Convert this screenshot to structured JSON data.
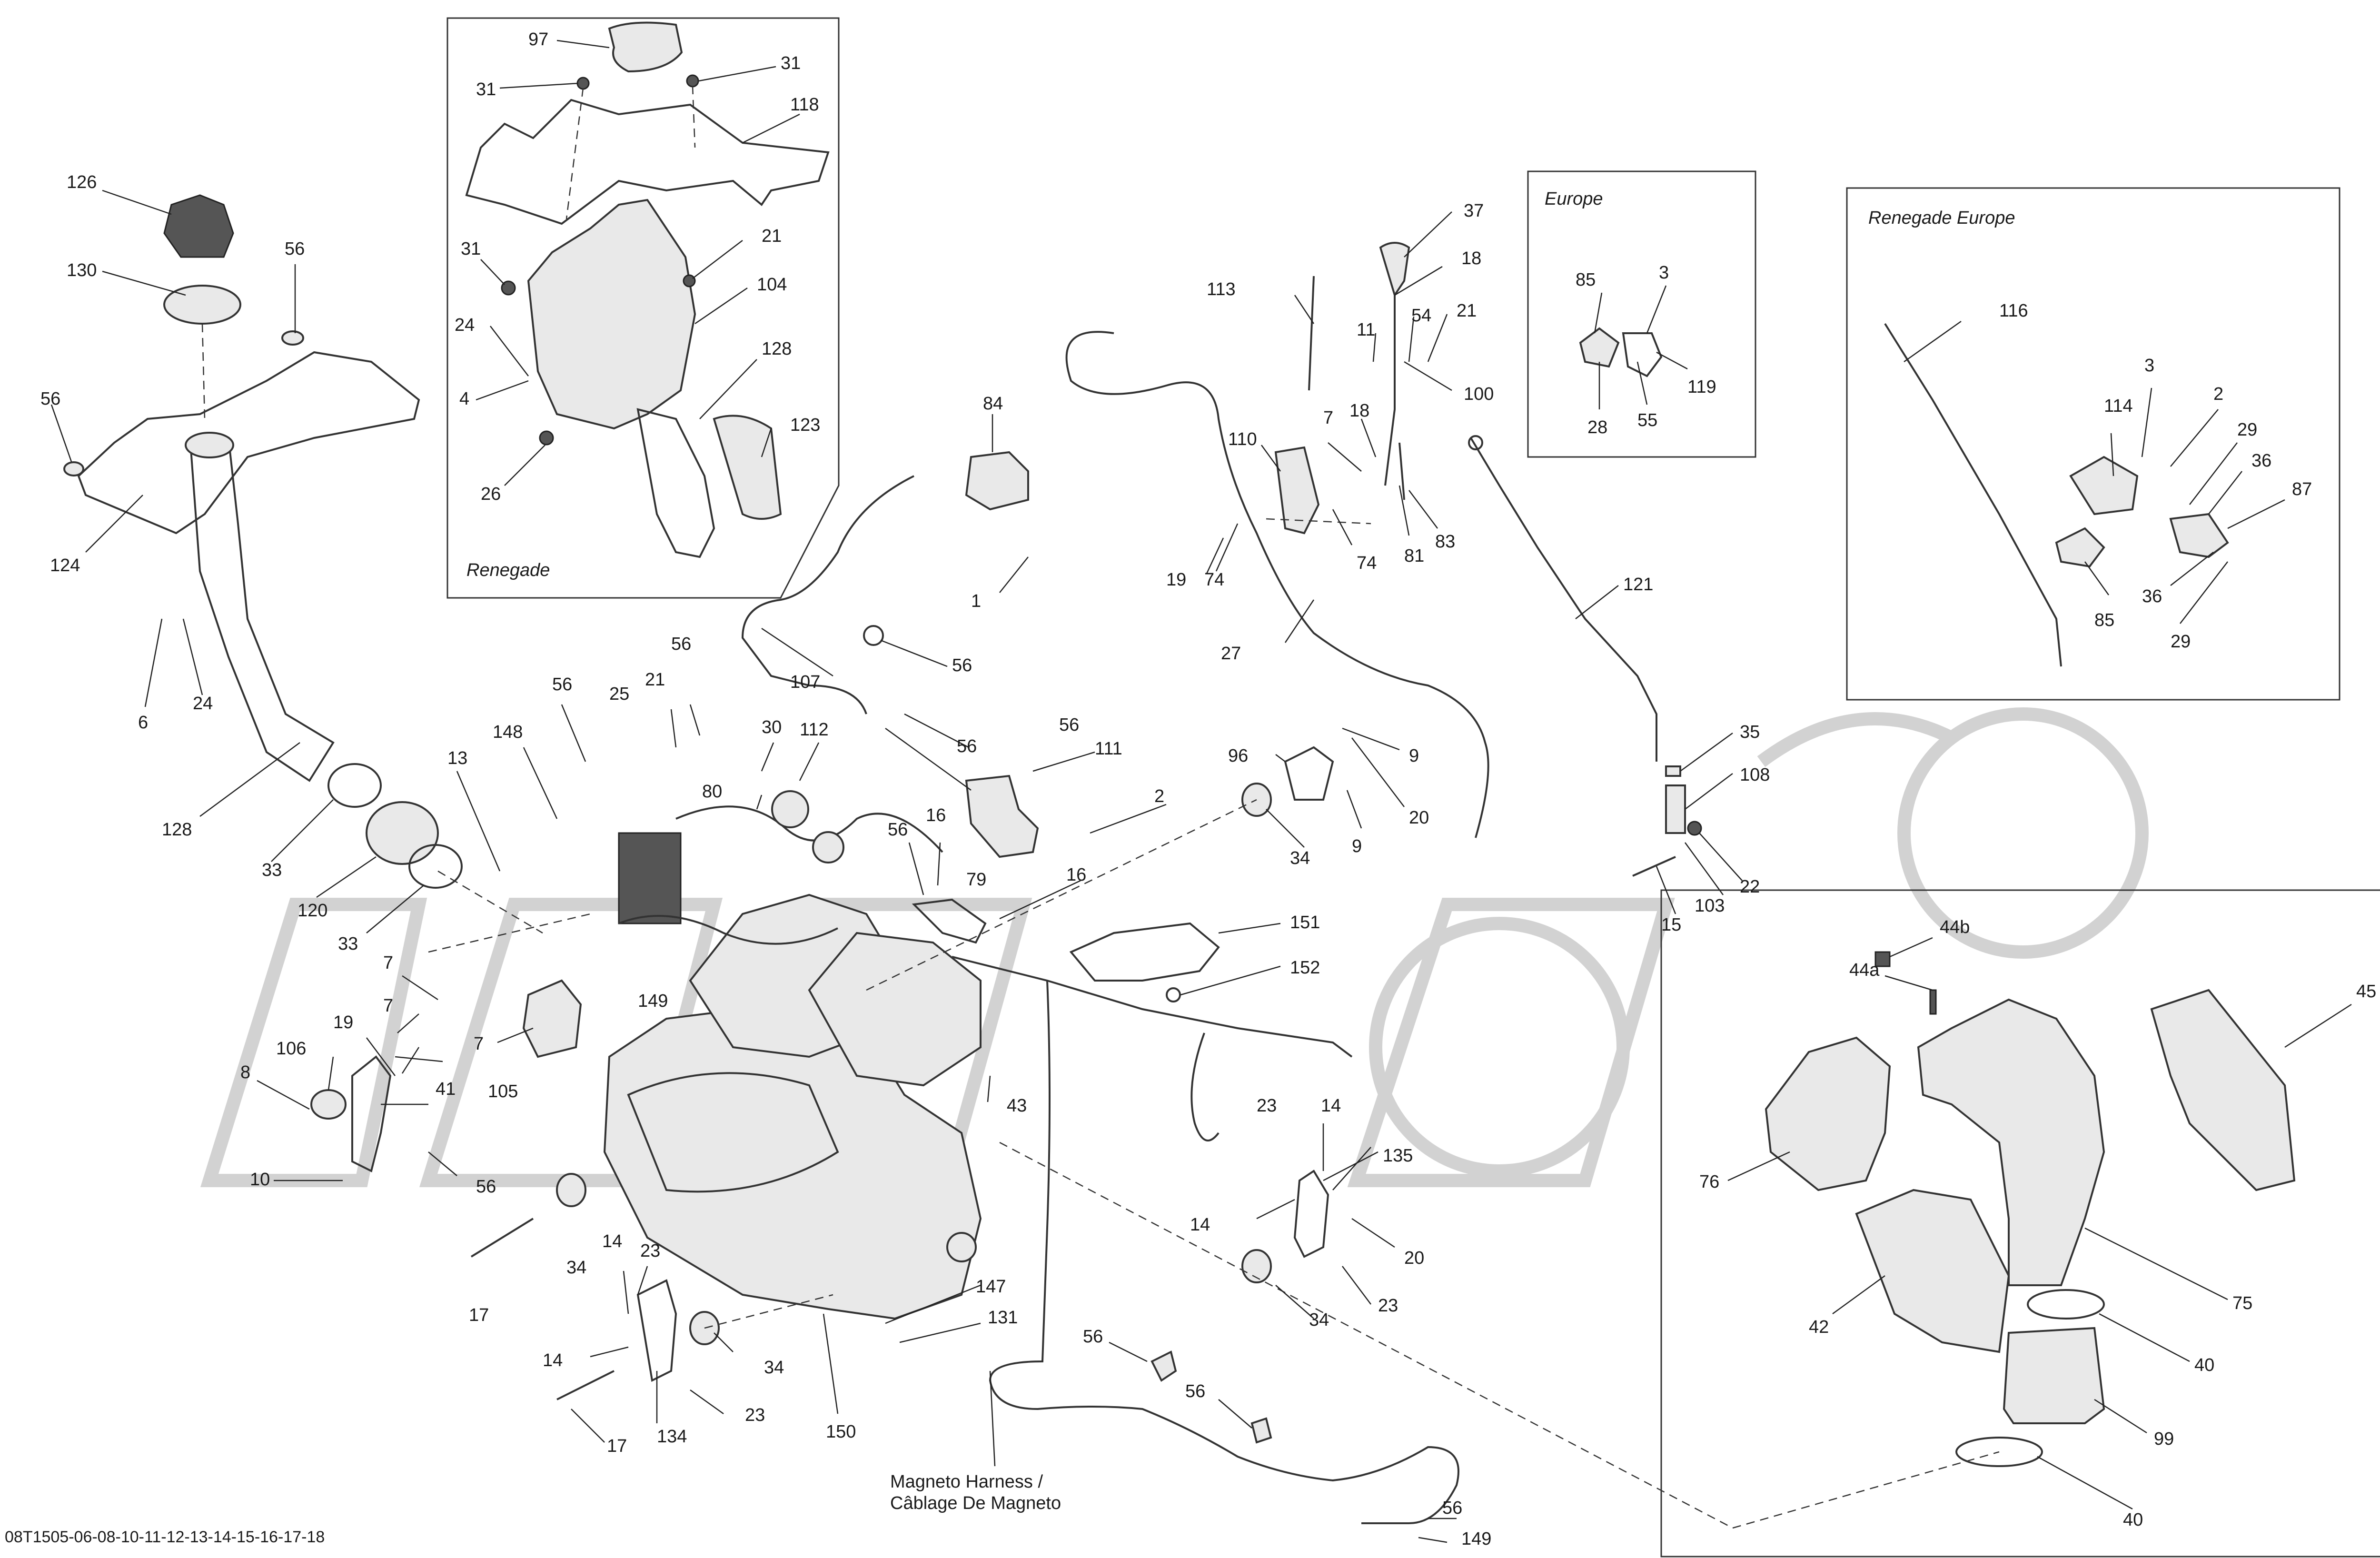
{
  "insets": {
    "renegade": "Renegade",
    "europe": "Europe",
    "renegade_europe": "Renegade Europe"
  },
  "labels": {
    "p97": "97",
    "p31a": "31",
    "p31b": "31",
    "p118": "118",
    "p31c": "31",
    "p21a": "21",
    "p104": "104",
    "p24a": "24",
    "p4": "4",
    "p128a": "128",
    "p123": "123",
    "p26": "26",
    "p126": "126",
    "p130": "130",
    "p56a": "56",
    "p56b": "56",
    "p124": "124",
    "p6": "6",
    "p24b": "24",
    "p128b": "128",
    "p33a": "33",
    "p120": "120",
    "p33b": "33",
    "p84": "84",
    "p1": "1",
    "p107": "107",
    "p56c": "56",
    "p56d": "56",
    "p21b": "21",
    "p25": "25",
    "p56e": "56",
    "p148": "148",
    "p13": "13",
    "p30": "30",
    "p112": "112",
    "p80": "80",
    "p56f": "56",
    "p56g": "56",
    "p111": "111",
    "p2a": "2",
    "p16a": "16",
    "p56h": "56",
    "p16b": "16",
    "p79": "79",
    "p7a": "7",
    "p7b": "7",
    "p7c": "7",
    "p149a": "149",
    "p105": "105",
    "p19a": "19",
    "p106": "106",
    "p8": "8",
    "p41": "41",
    "p10": "10",
    "p56i": "56",
    "p113": "113",
    "p11": "11",
    "p37": "37",
    "p18a": "18",
    "p54": "54",
    "p21c": "21",
    "p100": "100",
    "p7d": "7",
    "p110": "110",
    "p18b": "18",
    "p74a": "74",
    "p19b": "19",
    "p74b": "74",
    "p81": "81",
    "p83": "83",
    "p27": "27",
    "p121": "121",
    "p96": "96",
    "p9a": "9",
    "p20a": "20",
    "p9b": "9",
    "p34a": "34",
    "p35": "35",
    "p108": "108",
    "p22": "22",
    "p15": "15",
    "p103": "103",
    "p151": "151",
    "p152": "152",
    "p43": "43",
    "p23a": "23",
    "p14a": "14",
    "p135": "135",
    "p14b": "14",
    "p20b": "20",
    "p34b": "34",
    "p23b": "23",
    "p34c": "34",
    "p17a": "17",
    "p14c": "14",
    "p23c": "23",
    "p14d": "14",
    "p34d": "34",
    "p147": "147",
    "p131": "131",
    "p23d": "23",
    "p134": "134",
    "p17b": "17",
    "p150": "150",
    "p56j": "56",
    "p56k": "56",
    "p56l": "56",
    "p149b": "149",
    "e85": "85",
    "e3": "3",
    "e119": "119",
    "e28": "28",
    "e55": "55",
    "r116": "116",
    "r3": "3",
    "r114": "114",
    "r2": "2",
    "r29a": "29",
    "r36a": "36",
    "r87": "87",
    "r85": "85",
    "r36b": "36",
    "r29b": "29",
    "b44b": "44b",
    "b44a": "44a",
    "b45": "45",
    "b76": "76",
    "b42": "42",
    "b75": "75",
    "b40a": "40",
    "b99": "99",
    "b40b": "40"
  },
  "magneto_label": {
    "line1": "Magneto Harness /",
    "line2": "Câblage De Magneto"
  },
  "footer_code": "08T1505-06-08-10-11-12-13-14-15-16-17-18"
}
